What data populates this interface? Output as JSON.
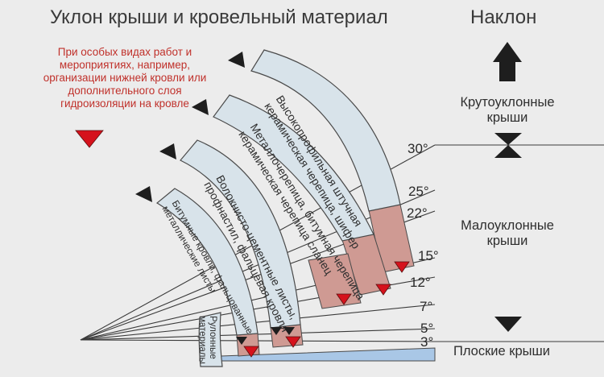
{
  "title": "Уклон крыши и кровельный материал",
  "slope_header": "Наклон",
  "note": "При особых видах работ и мероприятиях, например, организации нижней кровли или дополнительного слоя гидроизоляции на кровле",
  "zones": {
    "steep": [
      "Крутоуклонные",
      "крыши"
    ],
    "low": [
      "Малоуклонные",
      "крыши"
    ],
    "flat": "Плоские крыши"
  },
  "angles": [
    "30°",
    "25°",
    "22°",
    "15°",
    "12°",
    "7°",
    "5°",
    "3°"
  ],
  "bands": [
    [
      "Высокопрофильная штучная",
      "керамическая черепица, шифер"
    ],
    [
      "Металлочерепица, битумная черепица",
      "керамическая черепица сланец"
    ],
    [
      "Волокнисто-цементные листы,",
      "профнастил, фальцевая кровля"
    ],
    [
      "Битумные кровли, фальцованные",
      "металлические листы"
    ],
    [
      "Рулонные",
      "материалы"
    ]
  ],
  "colors": {
    "band_fill": "#d8e3ea",
    "band_stroke": "#4a4a4a",
    "extension_fill": "#cf9a93",
    "marker_red": "#d5121c",
    "marker_dark": "#1e1e1e",
    "flat_fill": "#a9c7e6",
    "note_text": "#c0312b"
  }
}
